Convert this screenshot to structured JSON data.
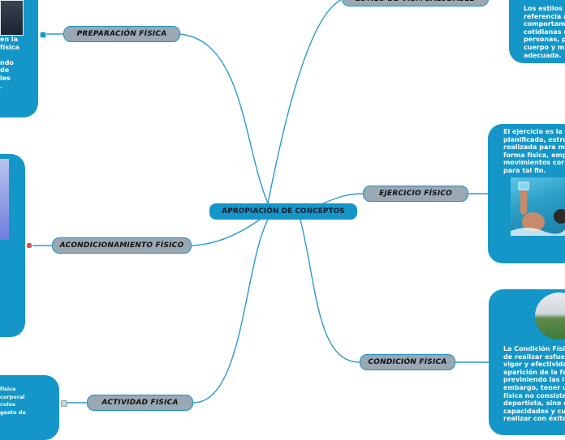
{
  "central": "APROPIACIÓN DE CONCEPTOS",
  "branches": {
    "top": "ESTILO DE VIDA SALUDABLE",
    "preparacion": "PREPARACIÓN FÍSICA",
    "acondicionamiento": "ACONDICIONAMIENTO FÍSICO",
    "actividad": "ACTIVIDAD FISICA",
    "ejercicio": "EJERCICIO FÍSICO",
    "condicion": "CONDICIÓN FÍSICA"
  },
  "panels": {
    "estilo_text": "Los estilos\nreferencia a\ncomportam\ncotidianas c\npersonas, p\ncuerpo y m\nadecuada.",
    "preparacion_text": "en la\nfísica\n\nndo\nde\nles\n.",
    "actividad_text": "física\ncorporal\nculos\ngasto de",
    "ejercicio_text": "El ejercicio es la\nplanificada, estru\nrealizada para m\nforma física, emp\nmovimientos cor\npara tal fin.",
    "condicion_text": "La Condición Físi\nde realizar esfue\nvigor y efectivida\naparición de la fa\npreviniendo las l\nembargo, tener u\nfísica no consiste\ndeportista, sino c\ncapacidades y cu\nrealizar con éxito"
  },
  "colors": {
    "panel": "#1596c8",
    "node_fill": "#9aa8b4",
    "node_border": "#1f8fc4",
    "line": "#2a9ad0",
    "central": "#1595c8"
  }
}
